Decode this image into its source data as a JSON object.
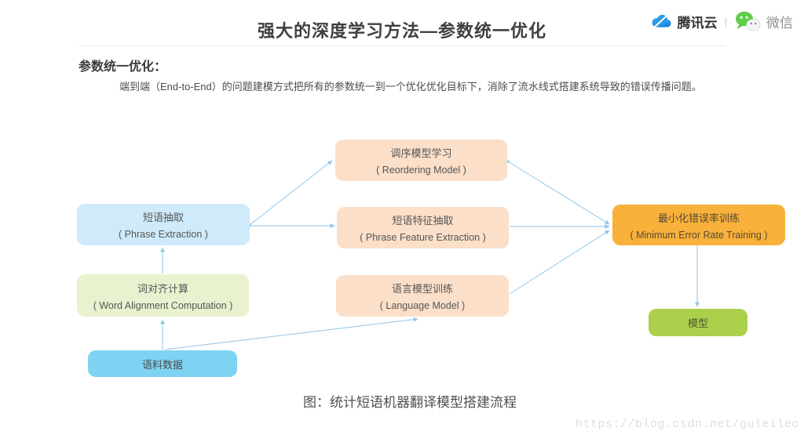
{
  "header": {
    "title": "强大的深度学习方法—参数统一优化",
    "brand": {
      "tencent_label": "腾讯云",
      "separator": "|",
      "wechat_label": "微信"
    }
  },
  "intro": {
    "heading": "参数统一优化：",
    "body": "端到端（End-to-End）的问题建模方式把所有的参数统一到一个优化优化目标下，消除了流水线式搭建系统导致的错误传播问题。"
  },
  "diagram": {
    "nodes": {
      "phrase_extraction": {
        "zh": "短语抽取",
        "en": "( Phrase Extraction )"
      },
      "word_alignment": {
        "zh": "词对齐计算",
        "en": "( Word Alignment Computation )"
      },
      "corpus": {
        "zh": "语料数据"
      },
      "reordering": {
        "zh": "调序模型学习",
        "en": "( Reordering Model )"
      },
      "phrase_feature": {
        "zh": "短语特征抽取",
        "en": "( Phrase Feature Extraction )"
      },
      "language_model": {
        "zh": "语言模型训练",
        "en": "( Language Model )"
      },
      "mert": {
        "zh": "最小化错误率训练",
        "en": "( Minimum Error Rate Training )"
      },
      "model": {
        "zh": "模型"
      }
    },
    "caption": "图：统计短语机器翻译模型搭建流程"
  },
  "watermark": "https://blog.csdn.net/guleileo",
  "colors": {
    "box_light_blue": "#cfeafa",
    "box_light_green": "#e9f2cf",
    "box_blue": "#7ed3f3",
    "box_peach": "#fbdfc9",
    "box_orange": "#f8b13a",
    "box_green": "#abd04c",
    "arrow": "#8fc6e8",
    "tencent_blue": "#2b9ff0",
    "wechat_green": "#55c838",
    "title_text": "#3f3f3f",
    "watermark": "#dee0dc"
  }
}
